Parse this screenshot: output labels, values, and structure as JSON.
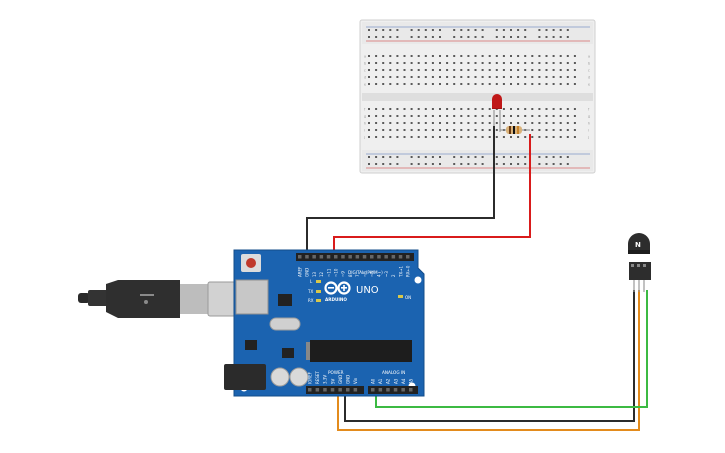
{
  "board": {
    "brand": "ARDUINO",
    "model": "UNO",
    "digital_label": "DIGITAL (PWM~)",
    "power_label": "POWER",
    "analog_label": "ANALOG IN",
    "on_label": "ON",
    "tx_label": "TX",
    "rx_label": "RX",
    "l_label": "L",
    "digital_pins": [
      "AREF",
      "GND",
      "13",
      "12",
      "~11",
      "~10",
      "~9",
      "8",
      "7",
      "~6",
      "~5",
      "4",
      "~3",
      "2",
      "TX→1",
      "RX←0"
    ],
    "power_pins": [
      "IOREF",
      "RESET",
      "3.3V",
      "5V",
      "GND",
      "GND",
      "Vin"
    ],
    "analog_pins": [
      "A0",
      "A1",
      "A2",
      "A3",
      "A4",
      "A5"
    ]
  },
  "sensor": {
    "label": "N"
  },
  "breadboard": {
    "row_letters_top": [
      "a",
      "b",
      "c",
      "d",
      "e"
    ],
    "row_letters_bottom": [
      "f",
      "g",
      "h",
      "i",
      "j"
    ]
  },
  "colors": {
    "board": "#1b63b0",
    "wire_black": "#2b2b2b",
    "wire_red": "#d91b1b",
    "wire_green": "#3cba43",
    "wire_orange": "#e38b1c",
    "led": "#c01818",
    "breadboard": "#efefef"
  }
}
